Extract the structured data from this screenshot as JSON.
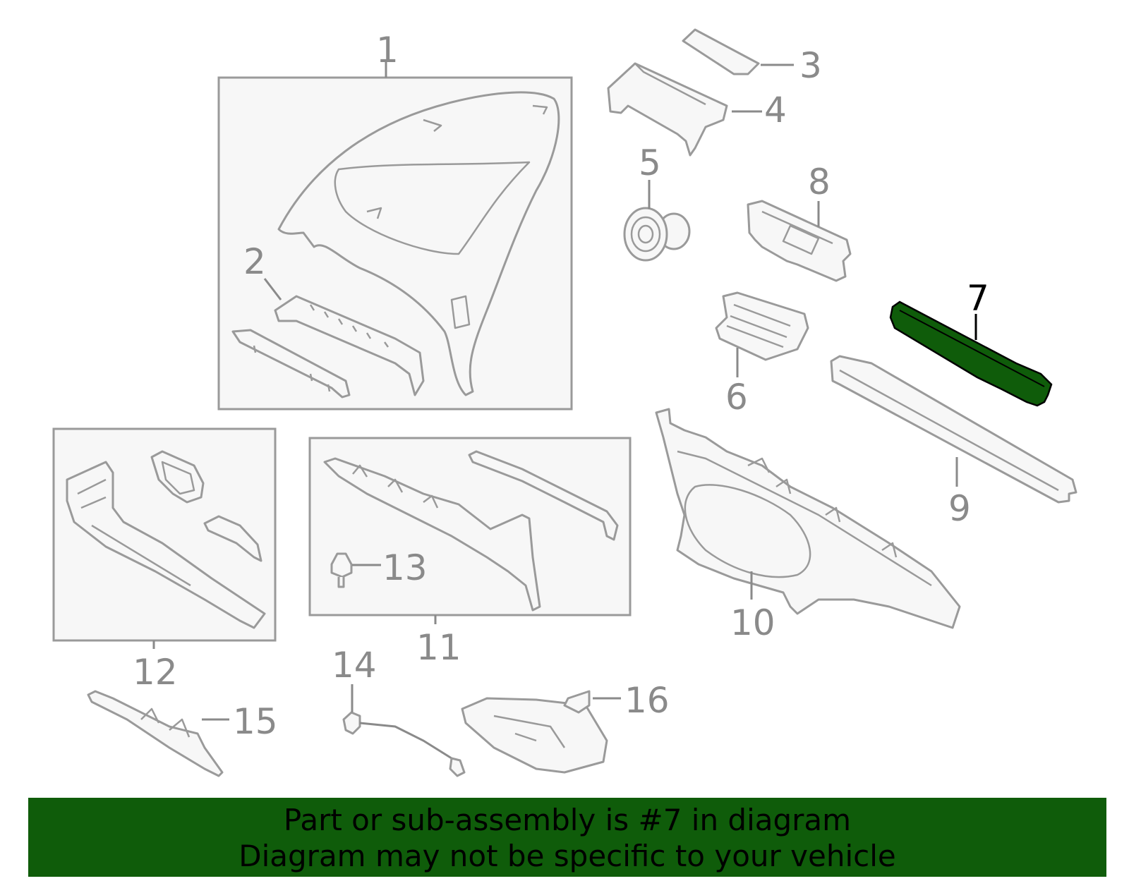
{
  "diagram": {
    "highlighted_part": "7",
    "highlight_color": "#0f5c0a",
    "part_line_color": "#9a9a9a",
    "callouts": [
      "1",
      "2",
      "3",
      "4",
      "5",
      "6",
      "7",
      "8",
      "9",
      "10",
      "11",
      "12",
      "13",
      "14",
      "15",
      "16"
    ]
  },
  "banner": {
    "line1": "Part or sub-assembly is #7 in diagram",
    "line2": "Diagram may not be specific to your vehicle",
    "background": "#0f5c0a"
  }
}
